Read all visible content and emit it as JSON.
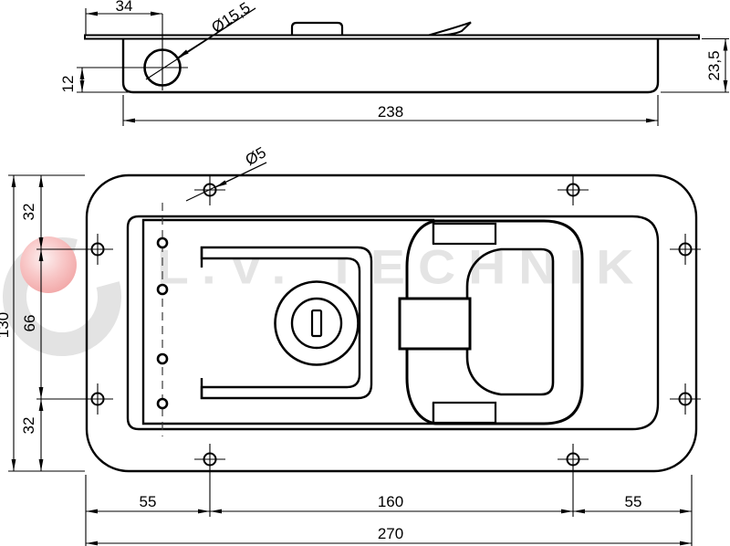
{
  "document": {
    "type": "technical-drawing",
    "background": "#ffffff",
    "line_color": "#000000"
  },
  "watermark": {
    "text": "L.V. TECHNIK",
    "text_color": "#e4e4e4",
    "logo_swirl_color": "#e3e3e3",
    "logo_ball_color": "#f6b6b6"
  },
  "top_view": {
    "dims": {
      "hole_offset_x": "34",
      "hole_diameter": "Ø15,5",
      "hole_offset_y": "12",
      "body_length": "238",
      "total_depth": "23,5"
    }
  },
  "front_view": {
    "dims": {
      "mount_hole_diameter": "Ø5",
      "top_edge_to_hole": "32",
      "hole_to_hole_vertical": "66",
      "hole_to_bottom_edge": "32",
      "total_height": "130",
      "left_edge_to_hole": "55",
      "hole_to_hole_horizontal": "160",
      "hole_to_right_edge": "55",
      "total_width": "270"
    }
  }
}
